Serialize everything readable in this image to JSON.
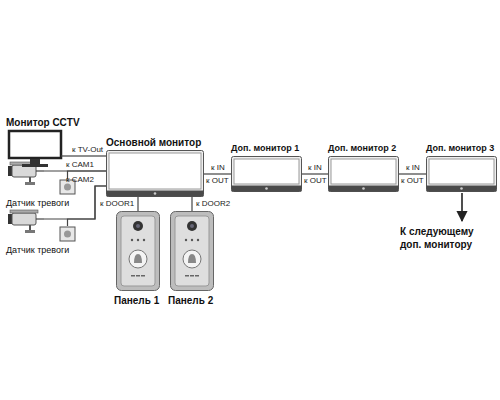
{
  "diagram": {
    "nodes": [
      {
        "text": [
          "Монитор CCTV"
        ]
      },
      {
        "text": [
          "Основной монитор"
        ]
      },
      {
        "text": [
          "Доп. монитор 1"
        ]
      },
      {
        "text": [
          "Доп. монитор 2"
        ]
      },
      {
        "text": [
          "Доп. монитор 3"
        ]
      },
      {
        "text": [
          "Датчик тревоги"
        ]
      },
      {
        "text": [
          "Датчик тревоги"
        ]
      },
      {
        "text": [
          "Панель 1"
        ]
      },
      {
        "text": [
          "Панель 2"
        ]
      }
    ],
    "edges": [
      {
        "from": 0,
        "to": 1,
        "arrow": "none"
      },
      {
        "from": 1,
        "to": 2,
        "arrow": "none"
      },
      {
        "from": 2,
        "to": 3,
        "arrow": "none"
      },
      {
        "from": 3,
        "to": 4,
        "arrow": "none"
      },
      {
        "from": 5,
        "to": 1,
        "arrow": "none"
      },
      {
        "from": 6,
        "to": 1,
        "arrow": "none"
      },
      {
        "from": 1,
        "to": 7,
        "arrow": "none"
      },
      {
        "from": 1,
        "to": 8,
        "arrow": "none"
      }
    ],
    "labels": [
      "к TV-Out",
      "к CAM1",
      "к CAM2",
      "к DOOR1",
      "к DOOR2",
      "к IN",
      "к OUT",
      "к IN",
      "к OUT",
      "к IN",
      "к OUT",
      "К следующему доп. монитору"
    ]
  }
}
